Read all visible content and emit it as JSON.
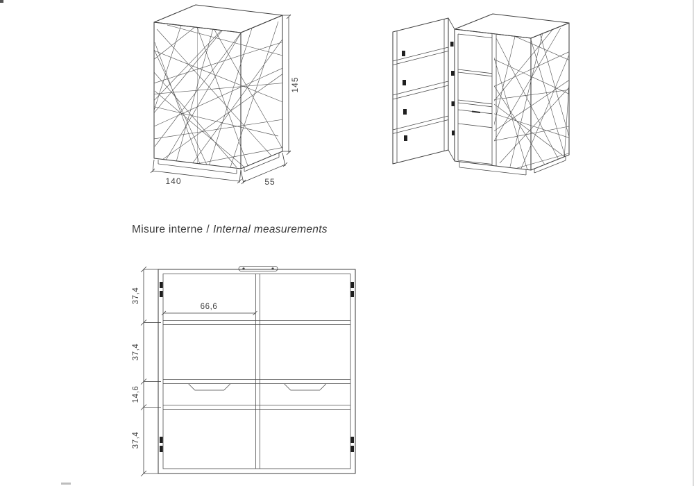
{
  "heading": {
    "italian": "Misure interne",
    "separator": "/",
    "english": "Internal measurements"
  },
  "closed_view": {
    "height_label": "145",
    "width_label": "140",
    "depth_label": "55"
  },
  "elevation": {
    "compartment_width_label": "66,6",
    "section_labels": [
      "37,4",
      "37,4",
      "14,6",
      "37,4"
    ]
  },
  "colors": {
    "line": "#3f3f3f",
    "hardware": "#1f1f1f",
    "background": "#ffffff"
  }
}
